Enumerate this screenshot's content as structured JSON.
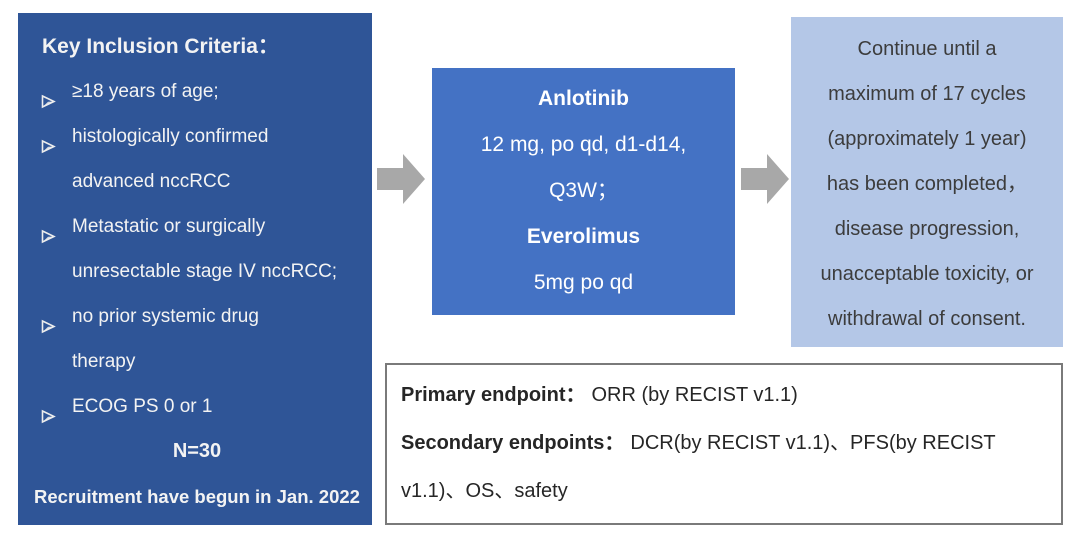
{
  "colors": {
    "inclusion_box_bg": "#2F5597",
    "treatment_box_bg": "#4472C4",
    "continuation_box_bg": "#B4C7E7",
    "arrow_gray": "#A8A8A8",
    "endpoint_border": "#7a7a7a",
    "light_text": "#F3F3F3",
    "dark_text": "#3C3C3C"
  },
  "inclusion_box": {
    "title": "Key Inclusion Criteria：",
    "items": [
      {
        "lines": [
          "≥18 years of age;"
        ]
      },
      {
        "lines": [
          "histologically confirmed",
          "advanced nccRCC"
        ]
      },
      {
        "lines": [
          "Metastatic or surgically",
          "unresectable stage IV nccRCC;"
        ]
      },
      {
        "lines": [
          "no prior systemic drug",
          "therapy"
        ]
      },
      {
        "lines": [
          "ECOG PS 0 or 1"
        ]
      }
    ],
    "sample_size": "N=30",
    "recruitment": "Recruitment have begun in Jan. 2022"
  },
  "treatment_box": {
    "lines": [
      {
        "text": "Anlotinib",
        "bold": true
      },
      {
        "text": "12 mg, po qd, d1-d14,",
        "bold": false
      },
      {
        "text": "Q3W；",
        "bold": false
      },
      {
        "text": "Everolimus",
        "bold": true
      },
      {
        "text": "5mg po qd",
        "bold": false
      }
    ]
  },
  "continuation_box": {
    "lines": [
      "Continue until a",
      "maximum of 17 cycles",
      "(approximately 1 year)",
      "has been completed，",
      "disease progression,",
      "unacceptable toxicity, or",
      "withdrawal of consent."
    ]
  },
  "endpoints_box": {
    "primary_label": "Primary endpoint：",
    "primary_value": "ORR (by RECIST v1.1)",
    "secondary_label": "Secondary endpoints：",
    "secondary_value_line1": "DCR(by RECIST v1.1)、PFS(by RECIST",
    "secondary_value_line2": "v1.1)、OS、safety"
  },
  "icons": {
    "flow_arrow": "gray right block arrow",
    "bullet": "open right arrowhead"
  }
}
